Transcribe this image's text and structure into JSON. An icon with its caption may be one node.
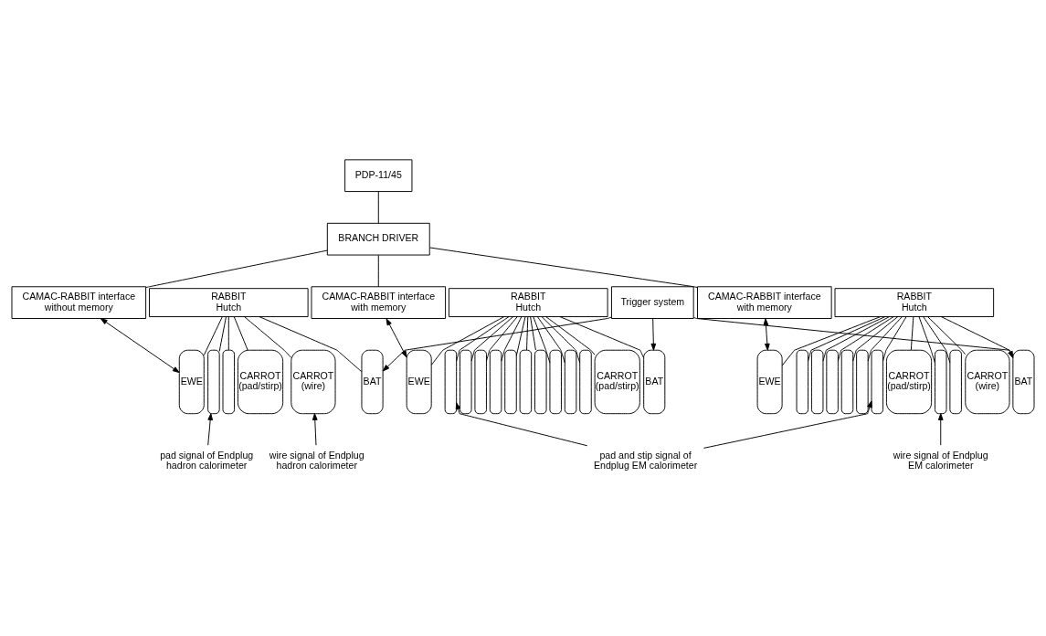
{
  "diagram": {
    "nodes": [
      {
        "text": [
          "PDP-11/45"
        ]
      },
      {
        "text": [
          "BRANCH DRIVER"
        ]
      },
      {
        "text": [
          "Trigger system"
        ]
      },
      {
        "text": [
          "CAMAC-RABBIT interface without memory"
        ]
      },
      {
        "text": [
          "CAMAC-RABBIT interface with memory"
        ]
      },
      {
        "text": [
          "CAMAC-RABBIT interface with memory"
        ]
      },
      {
        "text": [
          "RABBIT Hutch"
        ]
      },
      {
        "text": [
          "RABBIT Hutch"
        ]
      },
      {
        "text": [
          "RABBIT Hutch"
        ]
      },
      {
        "text": [
          "EWE"
        ]
      },
      {
        "text": [],
        "shape": "box"
      },
      {
        "text": [],
        "shape": "box"
      },
      {
        "text": [
          "CARROT (pad/stirp)"
        ]
      },
      {
        "text": [
          "CARROT (wire)"
        ]
      },
      {
        "text": [
          "BAT"
        ]
      },
      {
        "text": [
          "EWE"
        ]
      },
      {
        "text": [],
        "shape": "box"
      },
      {
        "text": [],
        "shape": "box"
      },
      {
        "text": [],
        "shape": "box"
      },
      {
        "text": [],
        "shape": "box"
      },
      {
        "text": [],
        "shape": "box"
      },
      {
        "text": [],
        "shape": "box"
      },
      {
        "text": [],
        "shape": "box"
      },
      {
        "text": [],
        "shape": "box"
      },
      {
        "text": [],
        "shape": "box"
      },
      {
        "text": [],
        "shape": "box"
      },
      {
        "text": [
          "CARROT (pad/stirp)"
        ]
      },
      {
        "text": [
          "BAT"
        ]
      },
      {
        "text": [
          "EWE"
        ]
      },
      {
        "text": [],
        "shape": "box"
      },
      {
        "text": [],
        "shape": "box"
      },
      {
        "text": [],
        "shape": "box"
      },
      {
        "text": [],
        "shape": "box"
      },
      {
        "text": [],
        "shape": "box"
      },
      {
        "text": [],
        "shape": "box"
      },
      {
        "text": [
          "CARROT (pad/stirp)"
        ]
      },
      {
        "text": [],
        "shape": "box"
      },
      {
        "text": [],
        "shape": "box"
      },
      {
        "text": [
          "CARROT (wire)"
        ]
      },
      {
        "text": [
          "BAT"
        ]
      },
      {
        "text": [
          "pad signal of Endplug hadron calorimeter"
        ]
      },
      {
        "text": [
          "wire signal of Endplug hadron calorimeter"
        ]
      },
      {
        "text": [
          "pad and stip signal of Endplug EM calorimeter"
        ]
      },
      {
        "text": [
          "wire signal of Endplug EM calorimeter"
        ]
      }
    ],
    "edges": [
      {
        "from": 0,
        "to": 1,
        "arrow": "none"
      },
      {
        "from": 1,
        "to": 3,
        "arrow": "none"
      },
      {
        "from": 1,
        "to": 4,
        "arrow": "none"
      },
      {
        "from": 1,
        "to": 5,
        "arrow": "none"
      },
      {
        "from": 3,
        "to": 9,
        "arrow": "both"
      },
      {
        "from": 4,
        "to": 15,
        "arrow": "both"
      },
      {
        "from": 5,
        "to": 28,
        "arrow": "both"
      },
      {
        "from": 2,
        "to": 14,
        "arrow": "to"
      },
      {
        "from": 2,
        "to": 27,
        "arrow": "to"
      },
      {
        "from": 2,
        "to": 39,
        "arrow": "to"
      },
      {
        "from": 6,
        "to": 9,
        "arrow": "none"
      },
      {
        "from": 6,
        "to": 10,
        "arrow": "none"
      },
      {
        "from": 6,
        "to": 11,
        "arrow": "none"
      },
      {
        "from": 6,
        "to": 12,
        "arrow": "none"
      },
      {
        "from": 6,
        "to": 13,
        "arrow": "none"
      },
      {
        "from": 6,
        "to": 14,
        "arrow": "none"
      },
      {
        "from": 7,
        "to": 15,
        "arrow": "none"
      },
      {
        "from": 7,
        "to": 16,
        "arrow": "none"
      },
      {
        "from": 7,
        "to": 17,
        "arrow": "none"
      },
      {
        "from": 7,
        "to": 18,
        "arrow": "none"
      },
      {
        "from": 7,
        "to": 19,
        "arrow": "none"
      },
      {
        "from": 7,
        "to": 20,
        "arrow": "none"
      },
      {
        "from": 7,
        "to": 21,
        "arrow": "none"
      },
      {
        "from": 7,
        "to": 22,
        "arrow": "none"
      },
      {
        "from": 7,
        "to": 23,
        "arrow": "none"
      },
      {
        "from": 7,
        "to": 24,
        "arrow": "none"
      },
      {
        "from": 7,
        "to": 25,
        "arrow": "none"
      },
      {
        "from": 7,
        "to": 26,
        "arrow": "none"
      },
      {
        "from": 7,
        "to": 27,
        "arrow": "none"
      },
      {
        "from": 8,
        "to": 28,
        "arrow": "none"
      },
      {
        "from": 8,
        "to": 29,
        "arrow": "none"
      },
      {
        "from": 8,
        "to": 30,
        "arrow": "none"
      },
      {
        "from": 8,
        "to": 31,
        "arrow": "none"
      },
      {
        "from": 8,
        "to": 32,
        "arrow": "none"
      },
      {
        "from": 8,
        "to": 33,
        "arrow": "none"
      },
      {
        "from": 8,
        "to": 34,
        "arrow": "none"
      },
      {
        "from": 8,
        "to": 35,
        "arrow": "none"
      },
      {
        "from": 8,
        "to": 36,
        "arrow": "none"
      },
      {
        "from": 8,
        "to": 37,
        "arrow": "none"
      },
      {
        "from": 8,
        "to": 38,
        "arrow": "none"
      },
      {
        "from": 8,
        "to": 39,
        "arrow": "none"
      },
      {
        "from": 40,
        "to": 10,
        "arrow": "to"
      },
      {
        "from": 41,
        "to": 13,
        "arrow": "to"
      },
      {
        "from": 42,
        "to": 16,
        "arrow": "to"
      },
      {
        "from": 42,
        "to": 34,
        "arrow": "to"
      },
      {
        "from": 43,
        "to": 36,
        "arrow": "to"
      }
    ]
  }
}
